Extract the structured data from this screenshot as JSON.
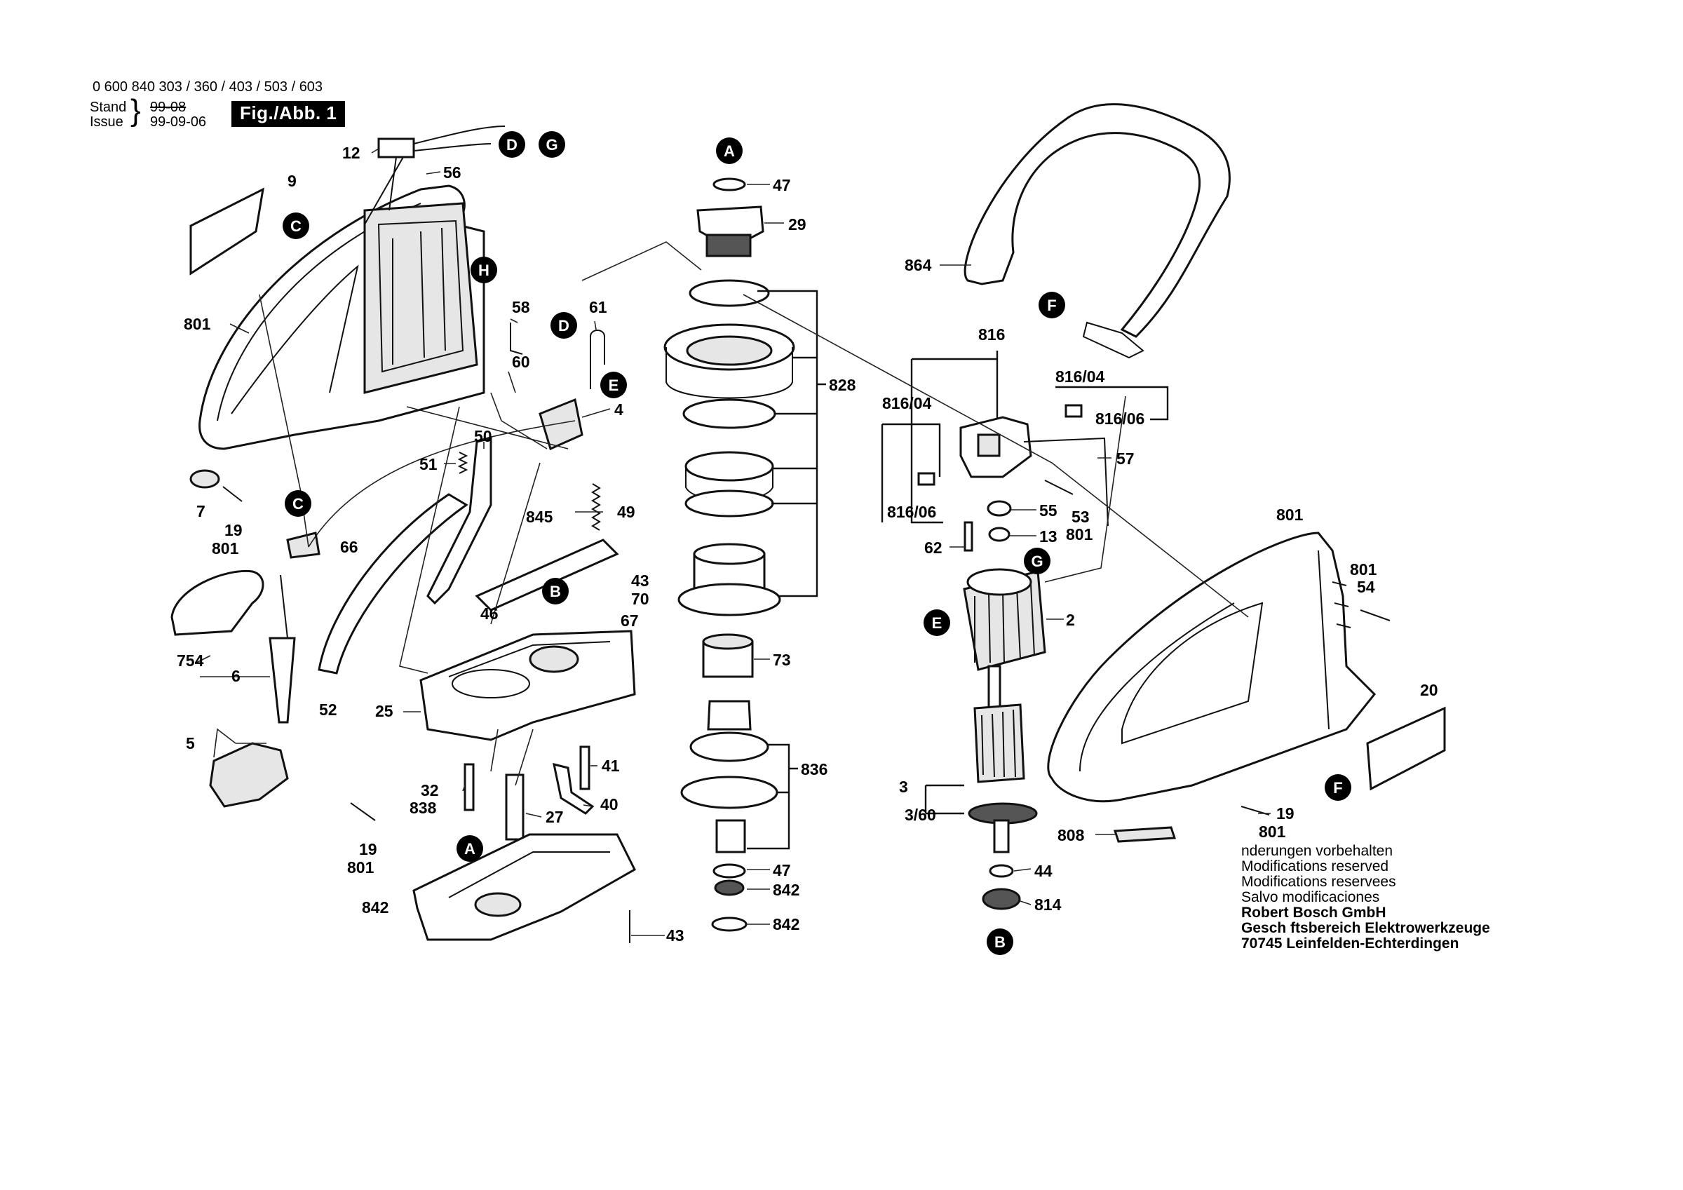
{
  "header": {
    "part_numbers": "0 600 840 303 / 360 / 403 / 503 / 603",
    "stand_label": "Stand",
    "issue_label": "Issue",
    "stand_value": "99-08",
    "issue_value": "99-09-06",
    "figure_tag": "Fig./Abb. 1"
  },
  "notes": {
    "lines": [
      "nderungen vorbehalten",
      "Modifications reserved",
      "Modifications reservees",
      "Salvo modificaciones"
    ],
    "company": [
      "Robert Bosch GmbH",
      "Gesch ftsbereich Elektrowerkzeuge",
      "70745 Leinfelden-Echterdingen"
    ]
  },
  "callouts": {
    "c_A_top": "A",
    "c_A_bottom": "A",
    "c_B_mid": "B",
    "c_B_bottom": "B",
    "c_C_top": "C",
    "c_C_mid": "C",
    "c_D_top": "D",
    "c_D_mid": "D",
    "c_E_mid": "E",
    "c_E_right": "E",
    "c_F_top": "F",
    "c_F_bottom": "F",
    "c_G_top": "G",
    "c_G_right": "G",
    "c_H": "H"
  },
  "labels": {
    "p12": "12",
    "p56": "56",
    "p9": "9",
    "p801_a": "801",
    "p58": "58",
    "p61": "61",
    "p60": "60",
    "p4": "4",
    "p50": "50",
    "p51": "51",
    "p7": "7",
    "p19_a": "19",
    "p801_b": "801",
    "p66": "66",
    "p845": "845",
    "p49": "49",
    "p43_a": "43",
    "p70": "70",
    "p46": "46",
    "p67": "67",
    "p754": "754",
    "p6": "6",
    "p52": "52",
    "p25": "25",
    "p5": "5",
    "p41": "41",
    "p32": "32",
    "p838": "838",
    "p40": "40",
    "p27": "27",
    "p19_b": "19",
    "p801_c": "801",
    "p842_a": "842",
    "p43_b": "43",
    "p47_a": "47",
    "p29": "29",
    "p828": "828",
    "p73": "73",
    "p836": "836",
    "p47_b": "47",
    "p842_b": "842",
    "p842_c": "842",
    "p864": "864",
    "p816": "816",
    "p816_04_a": "816/04",
    "p816_04_b": "816/04",
    "p816_06_a": "816/06",
    "p816_06_b": "816/06",
    "p57": "57",
    "p55": "55",
    "p53": "53",
    "p13": "13",
    "p801_d": "801",
    "p62": "62",
    "p2": "2",
    "p801_e": "801",
    "p801_f": "801",
    "p54": "54",
    "p20": "20",
    "p3": "3",
    "p3_60": "3/60",
    "p44": "44",
    "p814": "814",
    "p808": "808",
    "p19_c": "19",
    "p801_g": "801"
  }
}
